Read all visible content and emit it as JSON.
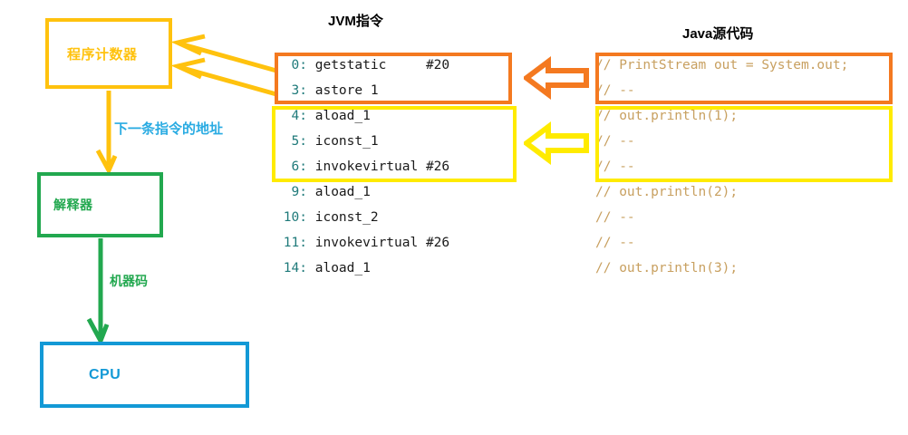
{
  "titles": {
    "jvm": "JVM指令",
    "java": "Java源代码"
  },
  "nodes": {
    "program_counter": {
      "label": "程序计数器",
      "color": "#FFC20E"
    },
    "interpreter": {
      "label": "解释器",
      "color": "#22A84F"
    },
    "cpu": {
      "label": "CPU",
      "color": "#1399D6"
    }
  },
  "edges": {
    "next_instruction_address": {
      "label": "下一条指令的地址",
      "color": "#29ABE2"
    },
    "machine_code": {
      "label": "机器码",
      "color": "#22A84F"
    }
  },
  "jvm_instructions": [
    {
      "no": "0:",
      "text": "getstatic     #20",
      "group": "orange"
    },
    {
      "no": "3:",
      "text": "astore 1",
      "group": "orange"
    },
    {
      "no": "4:",
      "text": "aload_1",
      "group": "yellow"
    },
    {
      "no": "5:",
      "text": "iconst_1",
      "group": "yellow"
    },
    {
      "no": "6:",
      "text": "invokevirtual #26",
      "group": "yellow"
    },
    {
      "no": "9:",
      "text": "aload_1",
      "group": "none"
    },
    {
      "no": "10:",
      "text": "iconst_2",
      "group": "none"
    },
    {
      "no": "11:",
      "text": "invokevirtual #26",
      "group": "none"
    },
    {
      "no": "14:",
      "text": "aload_1",
      "group": "none"
    }
  ],
  "java_source": [
    {
      "text": "// PrintStream out = System.out;",
      "group": "orange"
    },
    {
      "text": "// --",
      "group": "orange"
    },
    {
      "text": "// out.println(1);",
      "group": "yellow"
    },
    {
      "text": "// --",
      "group": "yellow"
    },
    {
      "text": "// --",
      "group": "yellow"
    },
    {
      "text": "// out.println(2);",
      "group": "none"
    },
    {
      "text": "// --",
      "group": "none"
    },
    {
      "text": "// --",
      "group": "none"
    },
    {
      "text": "// out.println(3);",
      "group": "none"
    }
  ],
  "colors": {
    "orange_highlight": "#F47920",
    "yellow_highlight": "#FFEB00",
    "amber": "#FFC20E",
    "green": "#22A84F",
    "blue": "#1399D6",
    "line_number": "#1F7A7A",
    "java_comment": "#C8A060"
  }
}
